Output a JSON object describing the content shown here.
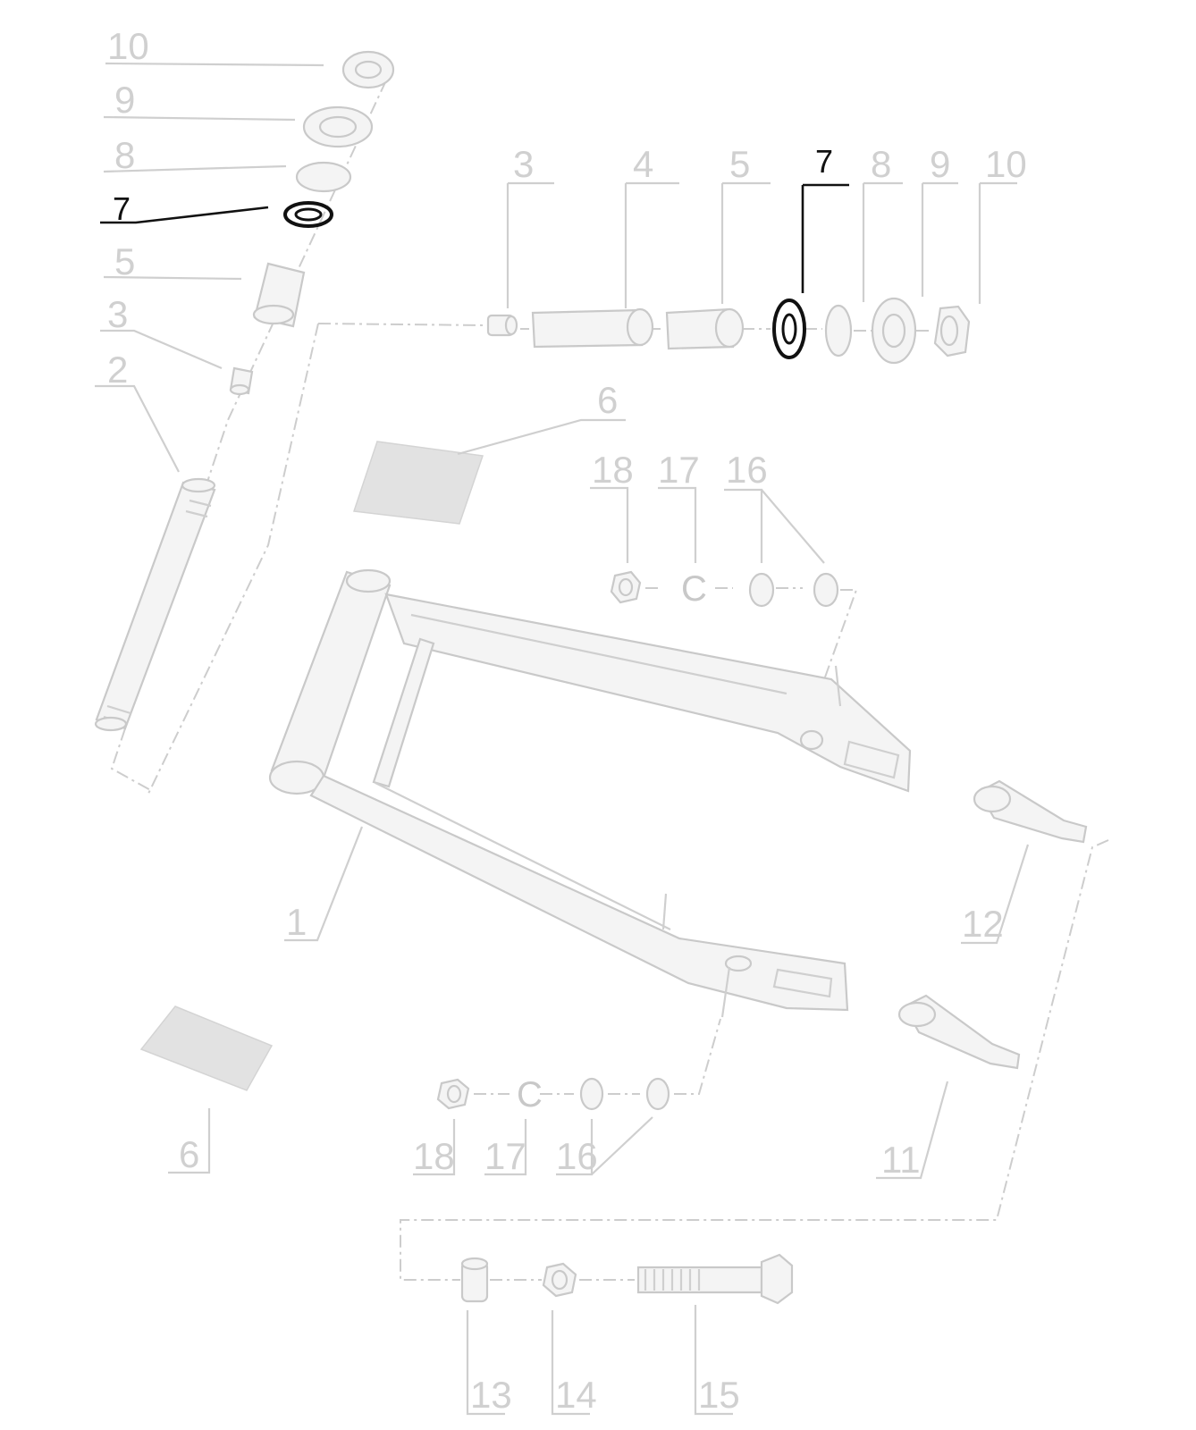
{
  "labels": {
    "l10_top": "10",
    "l9_top": "9",
    "l8_top": "8",
    "l7_top": "7",
    "l5_left": "5",
    "l3_left": "3",
    "l2_left": "2",
    "r3": "3",
    "r4": "4",
    "r5": "5",
    "r7": "7",
    "r8": "8",
    "r9": "9",
    "r10": "10",
    "l6_top": "6",
    "u18": "18",
    "u17": "17",
    "u16": "16",
    "l1": "1",
    "l12": "12",
    "l11": "11",
    "l6_bottom": "6",
    "b18": "18",
    "b17": "17",
    "b16": "16",
    "l13": "13",
    "l14": "14",
    "l15": "15"
  },
  "colors": {
    "faded": "#cfcfcf",
    "highlight": "#111111",
    "background": "#ffffff"
  }
}
